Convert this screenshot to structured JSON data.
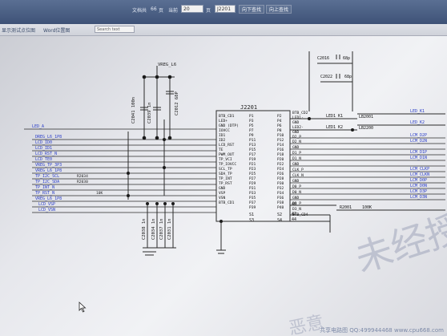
{
  "toolbar": {
    "doc_label": "文档共",
    "doc_count": "66",
    "page_unit": "页",
    "goto_label": "当前",
    "goto_value": "20",
    "page_label": "页",
    "search_value": "J2201",
    "prev_net": "向下查找",
    "next_net": "向上查找"
  },
  "tabs": [
    {
      "label": "显示测试点位图"
    },
    {
      "label": "Word位置图"
    }
  ],
  "tab_search_placeholder": "Search text",
  "schematic": {
    "connector_ref": "J2201",
    "connector2_ref": "BTB_CD2",
    "top_net": "VREG_L6",
    "caps_top": [
      "C2041 100n",
      "C2039 1n",
      "C2012 68P"
    ],
    "caps_bottom": [
      "C2038 1n",
      "C2034 1n",
      "C2037 1n",
      "C2031 1n"
    ],
    "left_pins": [
      "BTB_CD1",
      "LED+",
      "GND (DTP)",
      "IOVCC",
      "ID1",
      "ID2",
      "LCD_RST",
      "TE",
      "PWM_OUT",
      "TP_VCI",
      "TP_IOVCC",
      "SCL_TP",
      "SDA_TP",
      "TP_INT",
      "TP_RST",
      "GND",
      "VSP",
      "VSN",
      "BTB_CD1"
    ],
    "left_pin_nums": [
      "P1",
      "P3",
      "P5",
      "P7",
      "P9",
      "P11",
      "P13",
      "P15",
      "P17",
      "P19",
      "P21",
      "P23",
      "P25",
      "P27",
      "P29",
      "P31",
      "P33",
      "P35",
      "P37",
      "P39"
    ],
    "right_pins": [
      "BTB_CD2",
      "LED1-",
      "GND",
      "LED2-",
      "GND",
      "D2_P",
      "D2_N",
      "GND",
      "D1_P",
      "D1_N",
      "GND",
      "CLK_P",
      "CLK_N",
      "GND",
      "D0_P",
      "D0_N",
      "GND",
      "D3_P",
      "D3_N",
      "BTB_CD4"
    ],
    "right_pin_nums": [
      "P2",
      "P4",
      "P6",
      "P8",
      "P10",
      "P12",
      "P14",
      "P16",
      "P18",
      "P20",
      "P22",
      "P24",
      "P26",
      "P28",
      "P30",
      "P32",
      "P34",
      "P36",
      "P38",
      "P40"
    ],
    "bottom_pins": [
      "S1",
      "S3",
      "S2",
      "S4"
    ],
    "left_nets": [
      "LED_A",
      "DREG_L6_1P8",
      "LCD_ID0",
      "LCD_ID1",
      "LCD_RST_N",
      "LCD_TE0",
      "VREG_TP_3P3",
      "VREG_L6_1P8",
      "TP_I2C_SCL",
      "TP_I2C_SDA",
      "TP_INT_N",
      "TP_RST_N",
      "VREG_L6_1P8",
      "LCD_VSP",
      "LCD_VSN"
    ],
    "resistors_left": [
      "R2034",
      "R2030",
      "10K"
    ],
    "right_nets": [
      "LED_K1",
      "LED_K2",
      "LCM_D2P",
      "LCM_D2N",
      "LCM_D1P",
      "LCM_D1N",
      "LCM_CLKP",
      "LCM_CLKN",
      "LCM_D0P",
      "LCM_D0N",
      "LCM_D3P",
      "LCM_D3N"
    ],
    "led_labels": [
      "LED1 K1",
      "LED1 K2",
      "LB2001",
      "LB2200"
    ],
    "cap_right": [
      "C2016",
      "68p",
      "C2022",
      "68p"
    ],
    "r_bottom": [
      "R2001",
      "100K"
    ],
    "pin_numbers_bottom": [
      "42",
      "44",
      "40"
    ]
  },
  "watermark": [
    "未经授权",
    "恶意"
  ],
  "footer": "共享电路图 QQ:499944468 www.cpu668.com",
  "colors": {
    "toolbar": "#3e5277",
    "wire": "#2a2a2a",
    "net_highlight": "#2b3ec8",
    "background": "#eceef2"
  },
  "icons": [
    "mouse-cursor-icon"
  ]
}
